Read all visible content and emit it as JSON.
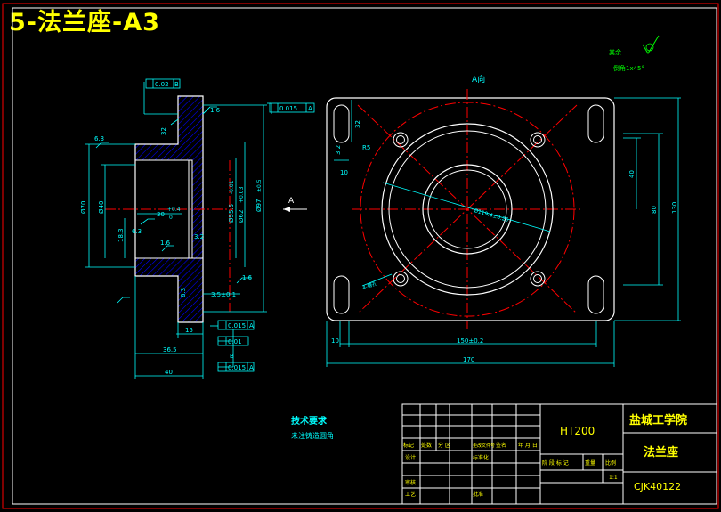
{
  "sheet": {
    "title": "5-法兰座-A3"
  },
  "roughness_note": {
    "symbol_label": "其余",
    "chamfer": "倒角1x45°"
  },
  "views": {
    "view_a_label": "A向",
    "arrow_a": "A"
  },
  "dimensions": {
    "flatness_box": "0.02",
    "flatness_datum": "B",
    "circle_tol": "0.015",
    "circle_datum": "A",
    "r16_top": "1.6",
    "d32": "32",
    "d63_left": "6.3",
    "d70": "Ø70",
    "d40": "Ø40",
    "d30": "30",
    "tol30_up": "+0.4",
    "tol30_dn": "0",
    "d55": "Ø55.5",
    "tol55": "-0.01",
    "d62": "Ø62",
    "tol62": "+0.03",
    "d97": "Ø97",
    "tol97": "±0.5",
    "d183": "18.3",
    "r63_mid": "6.3",
    "r16_mid": "1.6",
    "r32": "3.2",
    "r16_right": "1.6",
    "r63_low": "6.3",
    "d35": "3.5±0.1",
    "d15": "15",
    "d365": "36.5",
    "d40b": "40",
    "tol_box1": "0.015",
    "tol_box1_d": "A",
    "tol_box2": "0.01",
    "tol_box3": "0.015",
    "tol_box3_d": "A",
    "r32_side": "32",
    "r5": "R5",
    "d10_side": "10",
    "d3_2": "3.2",
    "phi_note": "Ø119.4±0.25",
    "slot_note": "4-槽孔",
    "d40_r": "40",
    "d80": "80",
    "d130": "130",
    "d10_b": "10",
    "d150": "150±0.2",
    "d170": "170",
    "datum_small": "B"
  },
  "requirements": {
    "heading": "技术要求",
    "line1": "未注铸造圆角"
  },
  "title_block": {
    "material": "HT200",
    "school": "盐城工学院",
    "part_name": "法兰座",
    "drawing_no": "CJK40122",
    "h_mark": "标记",
    "h_count": "处数",
    "h_zone": "分 区",
    "h_change": "更改文件号",
    "h_sign": "签名",
    "h_date": "年 月 日",
    "r_design": "设计",
    "r_std": "标准化",
    "r_review": "审核",
    "r_process": "工艺",
    "r_approve": "批准",
    "h_stage": "阶 段 标 记",
    "h_weight": "重量",
    "h_scale": "比例",
    "scale": "1:1"
  },
  "colors": {
    "frame": "#ff0000",
    "outline": "#ffffff",
    "dimension": "#00ffff",
    "center": "#ff0000",
    "hatch": "#0000ff",
    "note": "#00ff00",
    "title_text": "#ffff00"
  }
}
